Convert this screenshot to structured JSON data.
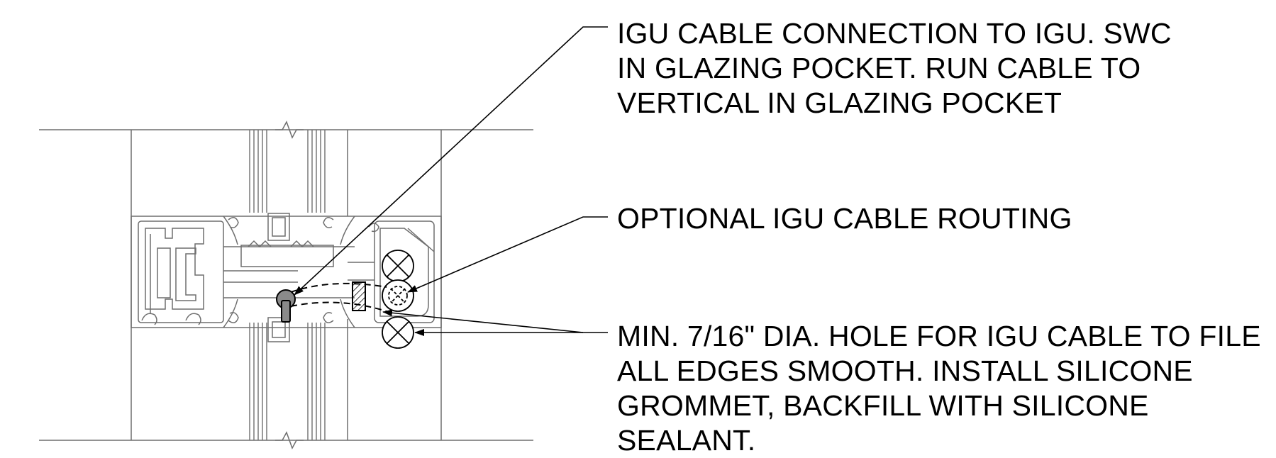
{
  "notes": {
    "igu_connection": [
      "IGU CABLE CONNECTION TO IGU. SWC",
      "IN GLAZING POCKET. RUN CABLE TO",
      "VERTICAL IN GLAZING POCKET"
    ],
    "optional_routing": [
      "OPTIONAL IGU CABLE ROUTING"
    ],
    "hole_spec": [
      "MIN. 7/16\" DIA. HOLE FOR IGU CABLE TO FILE",
      "ALL EDGES SMOOTH. INSTALL SILICONE",
      "GROMMET, BACKFILL WITH SILICONE",
      "SEALANT."
    ]
  },
  "colors": {
    "line": "#000000",
    "thin_line": "#6e6e6e",
    "connector_fill": "#8a8a8a",
    "background": "#ffffff"
  }
}
